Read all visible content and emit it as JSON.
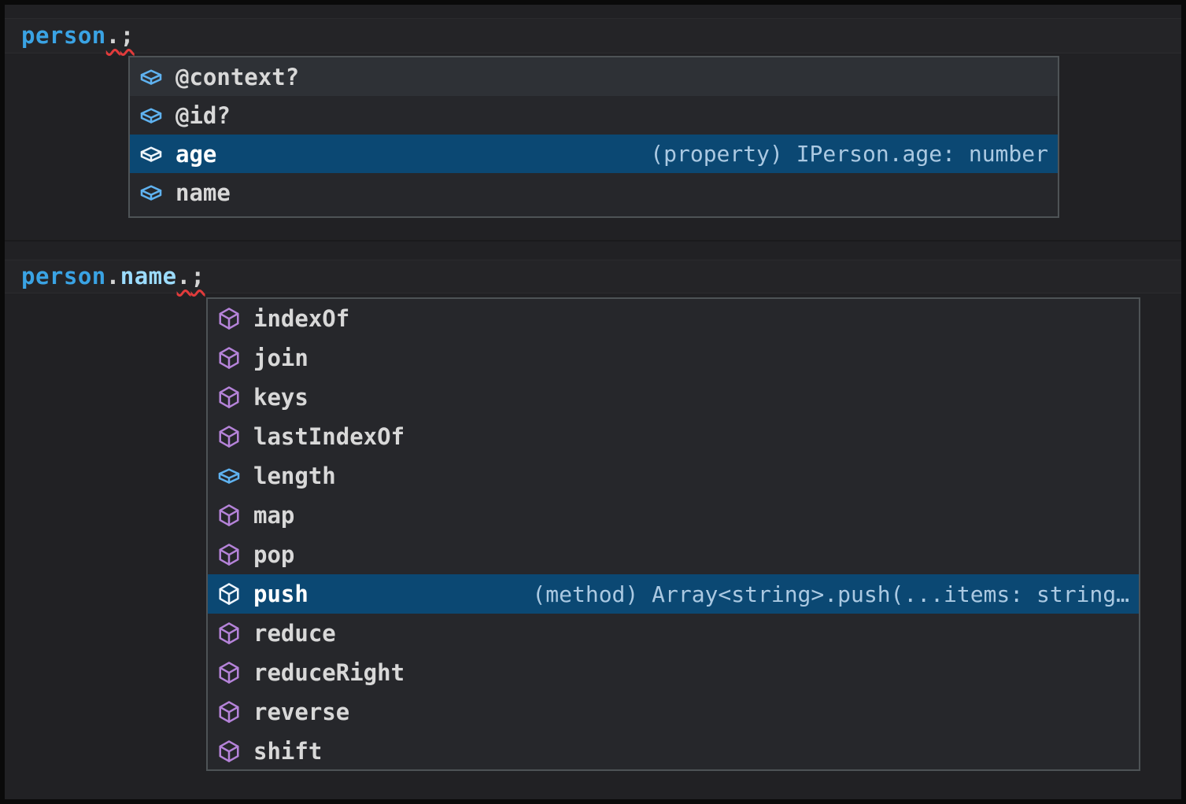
{
  "editor": {
    "lines": [
      {
        "name": "code-line-1",
        "tokens": [
          {
            "text": "person",
            "type": "variable",
            "error": false
          },
          {
            "text": ".",
            "type": "punctuation",
            "error": true
          },
          {
            "text": ";",
            "type": "punctuation",
            "error": true
          }
        ]
      },
      {
        "name": "code-line-2",
        "tokens": [
          {
            "text": "person",
            "type": "variable",
            "error": false
          },
          {
            "text": ".",
            "type": "punctuation",
            "error": false
          },
          {
            "text": "name",
            "type": "property",
            "error": false
          },
          {
            "text": ".",
            "type": "punctuation",
            "error": true
          },
          {
            "text": ";",
            "type": "punctuation",
            "error": true
          }
        ]
      }
    ]
  },
  "suggest1": {
    "items": [
      {
        "label": "@context?",
        "kind": "field",
        "selected": false,
        "hovered": true,
        "detail": ""
      },
      {
        "label": "@id?",
        "kind": "field",
        "selected": false,
        "hovered": false,
        "detail": ""
      },
      {
        "label": "age",
        "kind": "field",
        "selected": true,
        "hovered": false,
        "detail": "(property) IPerson.age: number"
      },
      {
        "label": "name",
        "kind": "field",
        "selected": false,
        "hovered": false,
        "detail": ""
      }
    ]
  },
  "suggest2": {
    "items": [
      {
        "label": "indexOf",
        "kind": "method",
        "selected": false,
        "hovered": false,
        "detail": ""
      },
      {
        "label": "join",
        "kind": "method",
        "selected": false,
        "hovered": false,
        "detail": ""
      },
      {
        "label": "keys",
        "kind": "method",
        "selected": false,
        "hovered": false,
        "detail": ""
      },
      {
        "label": "lastIndexOf",
        "kind": "method",
        "selected": false,
        "hovered": false,
        "detail": ""
      },
      {
        "label": "length",
        "kind": "field",
        "selected": false,
        "hovered": false,
        "detail": ""
      },
      {
        "label": "map",
        "kind": "method",
        "selected": false,
        "hovered": false,
        "detail": ""
      },
      {
        "label": "pop",
        "kind": "method",
        "selected": false,
        "hovered": false,
        "detail": ""
      },
      {
        "label": "push",
        "kind": "method",
        "selected": true,
        "hovered": false,
        "detail": "(method) Array<string>.push(...items: string…"
      },
      {
        "label": "reduce",
        "kind": "method",
        "selected": false,
        "hovered": false,
        "detail": ""
      },
      {
        "label": "reduceRight",
        "kind": "method",
        "selected": false,
        "hovered": false,
        "detail": ""
      },
      {
        "label": "reverse",
        "kind": "method",
        "selected": false,
        "hovered": false,
        "detail": ""
      },
      {
        "label": "shift",
        "kind": "method",
        "selected": false,
        "hovered": false,
        "detail": ""
      }
    ]
  },
  "colors": {
    "selection_background": "#0b4873",
    "field_icon": "#5fb2f0",
    "method_icon": "#b583d9",
    "selected_icon": "#eef5fc",
    "error_squiggle": "#e23b3b",
    "variable_token": "#3aa3e4",
    "property_token": "#9cdcfe",
    "punctuation_token": "#d4d4d4",
    "widget_background": "#26272b",
    "widget_border": "#4e5356",
    "editor_background": "#212124"
  }
}
